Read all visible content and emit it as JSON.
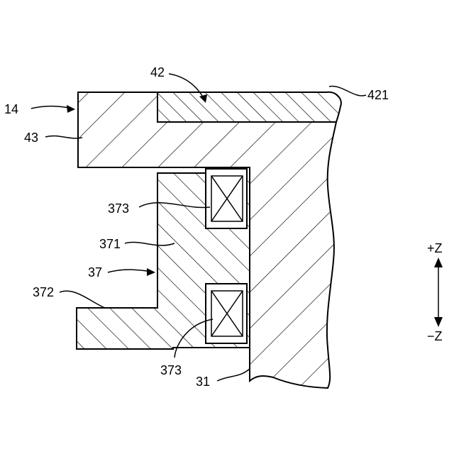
{
  "labels": {
    "l14": "14",
    "l42": "42",
    "l421": "421",
    "l43": "43",
    "l373a": "373",
    "l371": "371",
    "l37": "37",
    "l372": "372",
    "l373b": "373",
    "l31": "31",
    "plus_z": "+Z",
    "minus_z": "−Z"
  }
}
